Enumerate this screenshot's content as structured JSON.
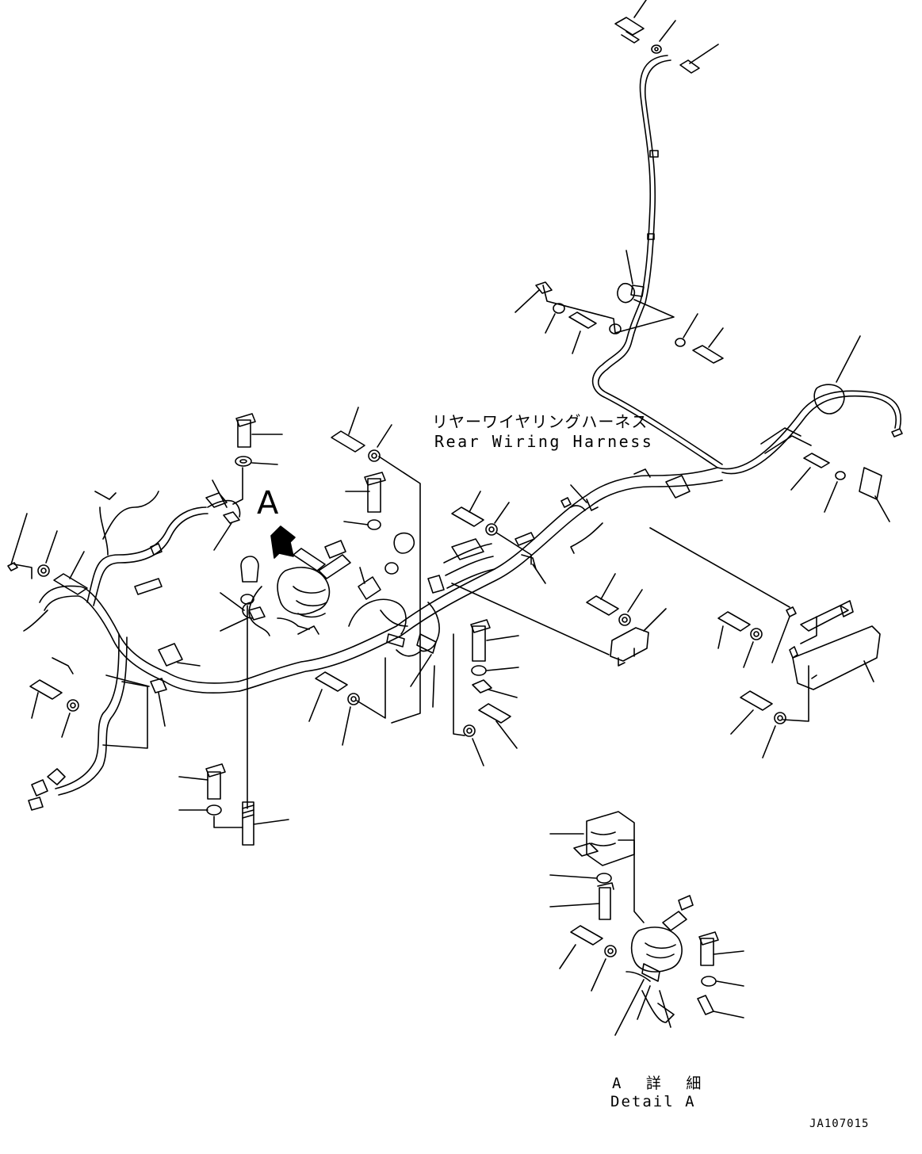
{
  "labels": {
    "harness_jp": "リヤーワイヤリングハーネス",
    "harness_en": "Rear Wiring Harness",
    "detail_letter": "A",
    "detail_jp": "A 詳 細",
    "detail_en": "Detail A",
    "drawing_number": "JA107015"
  },
  "style": {
    "line_color": "#000000",
    "background": "#ffffff"
  }
}
